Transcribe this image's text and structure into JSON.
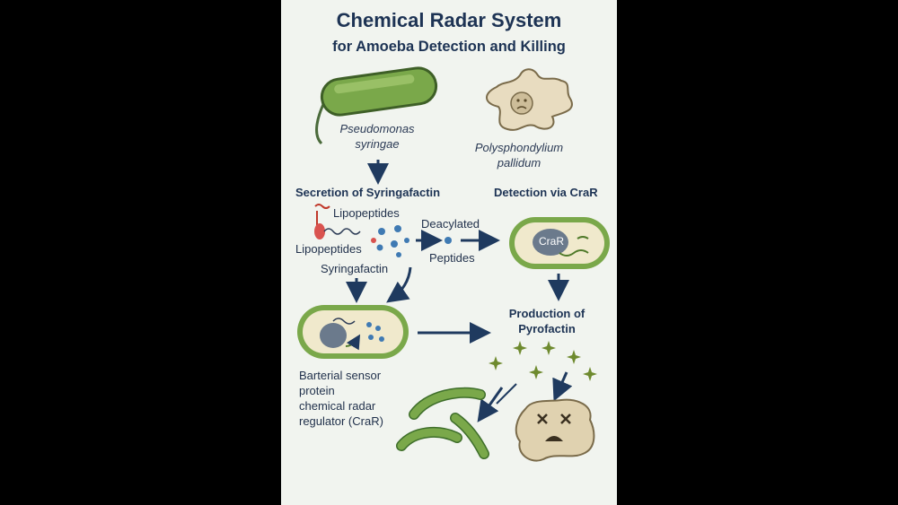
{
  "title": "Chemical Radar System",
  "subtitle": "for Amoeba Detection and Killing",
  "organisms": {
    "bacterium_line1": "Pseudomonas",
    "bacterium_line2": "syringae",
    "amoeba_line1": "Polysphondylium",
    "amoeba_line2": "pallidum"
  },
  "steps": {
    "secretion": "Secretion of Syringafactin",
    "detection": "Detection via CraR",
    "production_line1": "Production of",
    "production_line2": "Pyrofactin"
  },
  "labels": {
    "lipopeptides_top": "Lipopeptides",
    "lipopeptides_left": "Lipopeptides",
    "syringafactin": "Syringafactin",
    "deacylated": "Deacylated",
    "peptides": "Peptides",
    "crar_chip": "CraR"
  },
  "sensor_text": [
    "Barterial sensor",
    "protein",
    "chemical radar",
    "regulator (CraR)"
  ],
  "colors": {
    "background": "#f1f4ef",
    "title": "#1d3354",
    "arrow": "#1f3a5f",
    "bacteria_green": "#7aa84a",
    "amoeba_beige": "#e8dcc0",
    "spore_green": "#6e8a2e"
  }
}
